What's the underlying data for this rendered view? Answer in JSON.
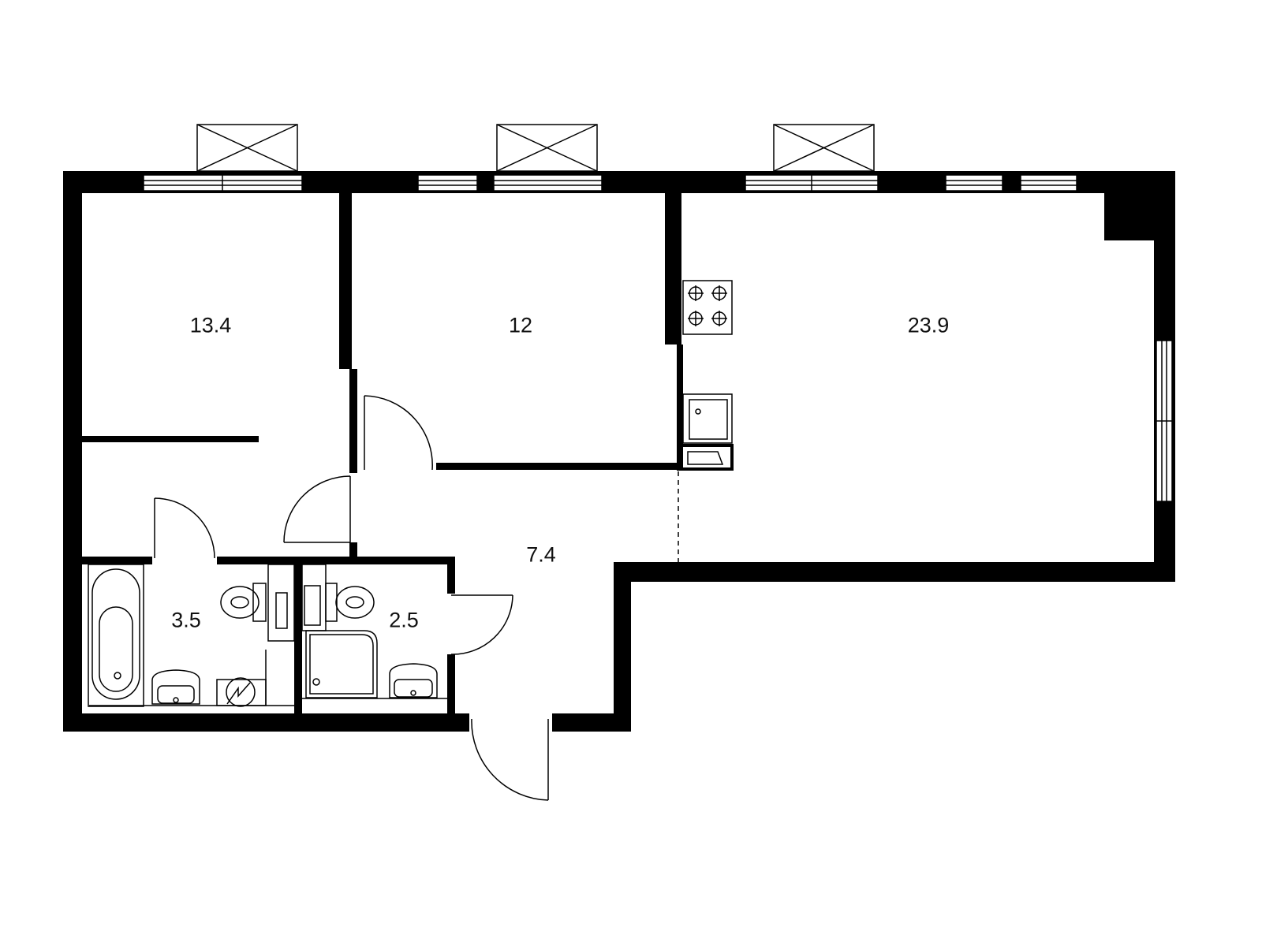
{
  "plan": {
    "colors": {
      "wall": "#000000",
      "background": "#ffffff",
      "fixture": "#000000"
    },
    "rooms": [
      {
        "id": "bedroom-1",
        "area": "13.4"
      },
      {
        "id": "bedroom-2",
        "area": "12"
      },
      {
        "id": "kitchen-living",
        "area": "23.9"
      },
      {
        "id": "hallway",
        "area": "7.4"
      },
      {
        "id": "bathroom",
        "area": "3.5"
      },
      {
        "id": "wc",
        "area": "2.5"
      }
    ],
    "icons": [
      "window-icon",
      "balcony-icon",
      "door-icon",
      "stove-icon",
      "sink-icon",
      "bathtub-icon",
      "toilet-icon",
      "shower-icon",
      "washbasin-icon",
      "electrical-panel-icon"
    ]
  }
}
